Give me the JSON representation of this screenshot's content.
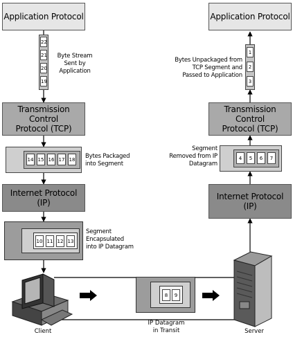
{
  "client_side": {
    "app_layer": "Application Protocol",
    "byte_stream_label": [
      "Byte Stream",
      "Sent by",
      "Application"
    ],
    "byte_stream_cells": [
      "22",
      "21",
      "20",
      "19"
    ],
    "tcp_layer": [
      "Transmission Control",
      "Protocol (TCP)"
    ],
    "segment_label": [
      "Bytes Packaged",
      "into Segment"
    ],
    "segment_cells": [
      "14",
      "15",
      "16",
      "17",
      "18"
    ],
    "ip_layer": "Internet Protocol (IP)",
    "datagram_label": [
      "Segment",
      "Encapsulated",
      "into IP Datagram"
    ],
    "datagram_cells": [
      "10",
      "11",
      "12",
      "13"
    ],
    "host_label": "Client"
  },
  "server_side": {
    "app_layer": "Application Protocol",
    "unpack_label": [
      "Bytes Unpackaged from",
      "TCP Segment and",
      "Passed to Application"
    ],
    "unpack_cells": [
      "1",
      "2",
      "3"
    ],
    "tcp_layer": [
      "Transmission Control",
      "Protocol (TCP)"
    ],
    "segment_label": [
      "Segment",
      "Removed from IP",
      "Datagram"
    ],
    "segment_cells": [
      "4",
      "5",
      "6",
      "7"
    ],
    "ip_layer": "Internet Protocol (IP)",
    "host_label": "Server"
  },
  "transit": {
    "label": [
      "IP Datagram",
      "in Transit"
    ],
    "cells": [
      "8",
      "9"
    ]
  }
}
